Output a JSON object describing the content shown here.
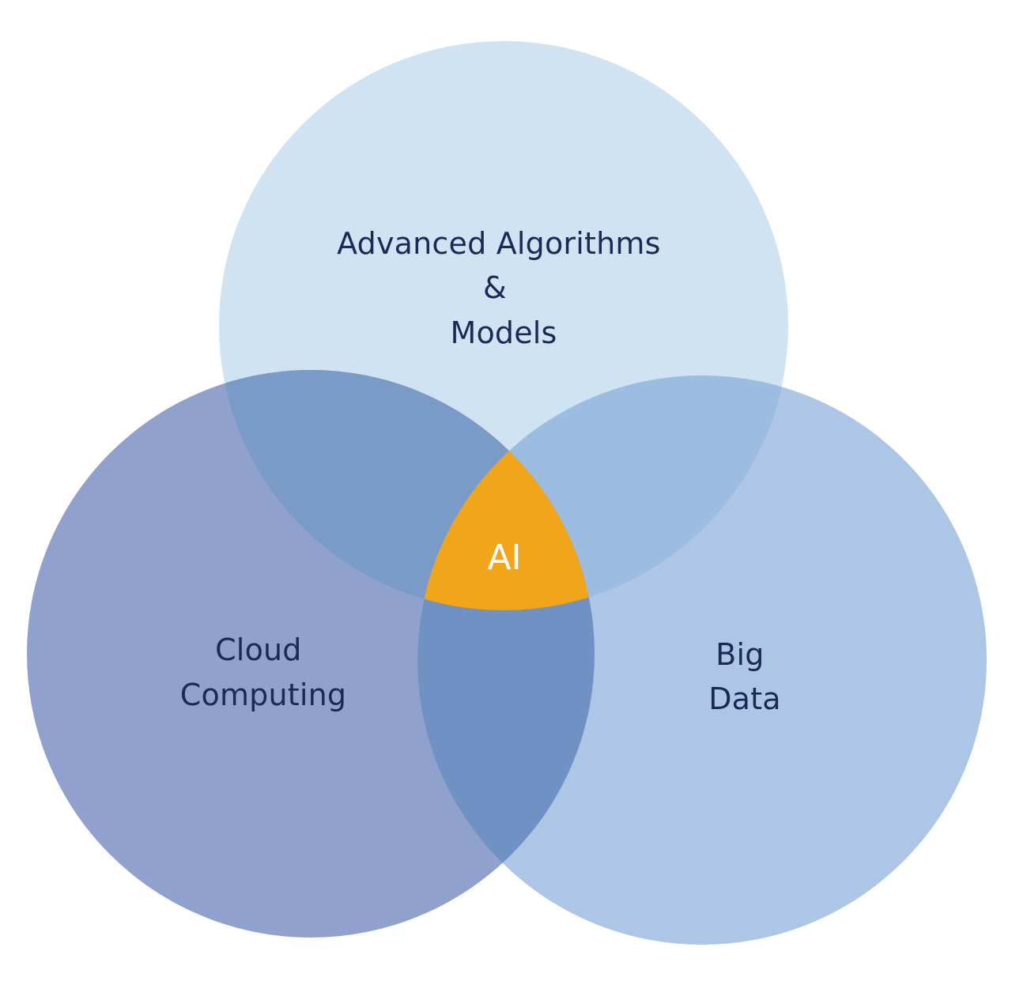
{
  "diagram": {
    "type": "venn",
    "sets": [
      {
        "id": "algorithms",
        "label_lines": [
          "Advanced Algorithms",
          "&",
          "Models"
        ],
        "color": "#cfe3f3"
      },
      {
        "id": "cloud",
        "label_lines": [
          "Cloud",
          "Computing"
        ],
        "color": "#8fa1cc"
      },
      {
        "id": "bigdata",
        "label_lines": [
          "Big",
          "Data"
        ],
        "color": "#adc6e5"
      }
    ],
    "overlaps": {
      "algorithms_cloud": "#7a9ac7",
      "algorithms_bigdata": "#9cbce2",
      "cloud_bigdata": "#7091c4"
    },
    "center": {
      "label": "AI",
      "color": "#f0a51b",
      "text_color": "#ffffff"
    },
    "text_color": "#1b2a55"
  }
}
